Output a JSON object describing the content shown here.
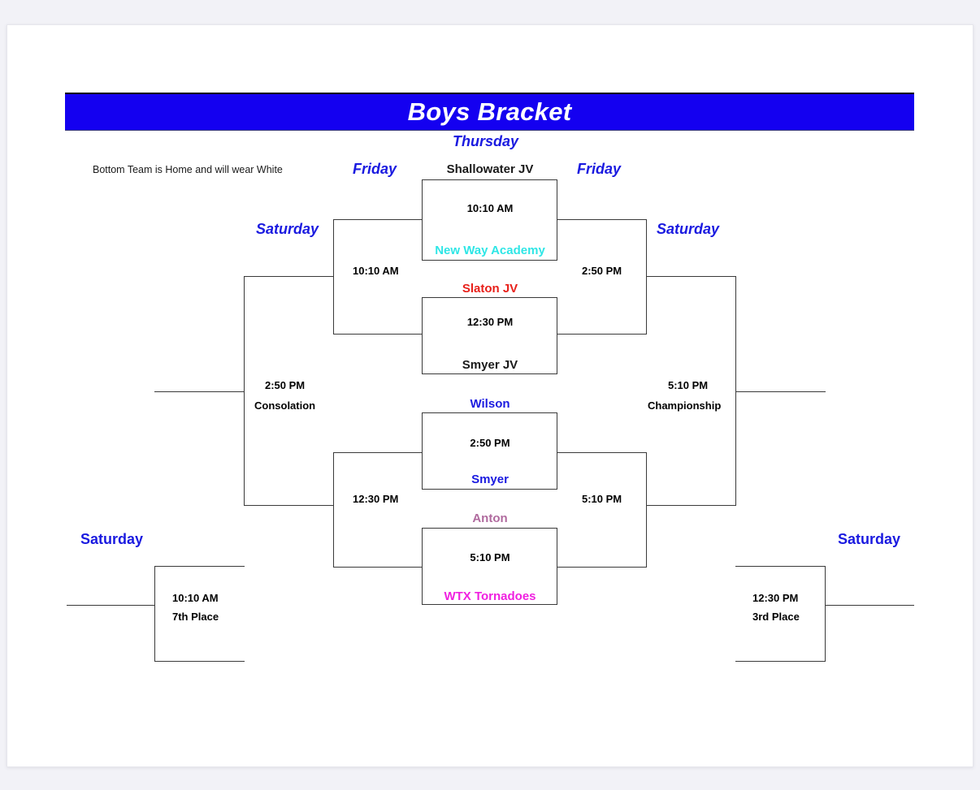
{
  "document": {
    "title": "Boys Bracket",
    "note": "Bottom Team is Home and will wear White"
  },
  "colors": {
    "banner_bg": "#1400f0",
    "banner_text": "#ffffff",
    "day_label": "#1a1ae0",
    "line": "#3a3a3a",
    "page_bg": "#f2f2f7",
    "card_bg": "#ffffff"
  },
  "day_labels": {
    "thursday_center": "Thursday",
    "friday_left": "Friday",
    "friday_right": "Friday",
    "saturday_left_semi": "Saturday",
    "saturday_right_semi": "Saturday",
    "saturday_bottom_left": "Saturday",
    "saturday_bottom_right": "Saturday"
  },
  "teams": {
    "shallowater_jv": {
      "name": "Shallowater JV",
      "color": "#1a1a1a"
    },
    "new_way_academy": {
      "name": "New Way Academy",
      "color": "#2ee6e6"
    },
    "slaton_jv": {
      "name": "Slaton JV",
      "color": "#e8201a"
    },
    "smyer_jv": {
      "name": "Smyer JV",
      "color": "#1a1a1a"
    },
    "wilson": {
      "name": "Wilson",
      "color": "#1a1ae0"
    },
    "smyer": {
      "name": "Smyer",
      "color": "#1a1ae0"
    },
    "anton": {
      "name": "Anton",
      "color": "#b06a9e"
    },
    "wtx_tornadoes": {
      "name": "WTX Tornadoes",
      "color": "#f020e0"
    }
  },
  "round1": {
    "game1": {
      "time": "10:10 AM",
      "top_team": "Shallowater JV",
      "bottom_team": "New Way Academy"
    },
    "game2": {
      "time": "12:30 PM",
      "top_team": "Slaton JV",
      "bottom_team": "Smyer JV"
    },
    "game3": {
      "time": "2:50 PM",
      "top_team": "Wilson",
      "bottom_team": "Smyer"
    },
    "game4": {
      "time": "5:10 PM",
      "top_team": "Anton",
      "bottom_team": "WTX Tornadoes"
    }
  },
  "losers_bracket": {
    "upper": {
      "time": "10:10 AM"
    },
    "lower": {
      "time": "12:30 PM"
    },
    "consolation": {
      "time": "2:50 PM",
      "label": "Consolation"
    },
    "seventh_place": {
      "time": "10:10 AM",
      "label": "7th Place"
    }
  },
  "winners_bracket": {
    "upper_semi": {
      "time": "2:50 PM"
    },
    "lower_semi": {
      "time": "5:10 PM"
    },
    "championship": {
      "time": "5:10 PM",
      "label": "Championship"
    },
    "third_place": {
      "time": "12:30 PM",
      "label": "3rd Place"
    }
  }
}
